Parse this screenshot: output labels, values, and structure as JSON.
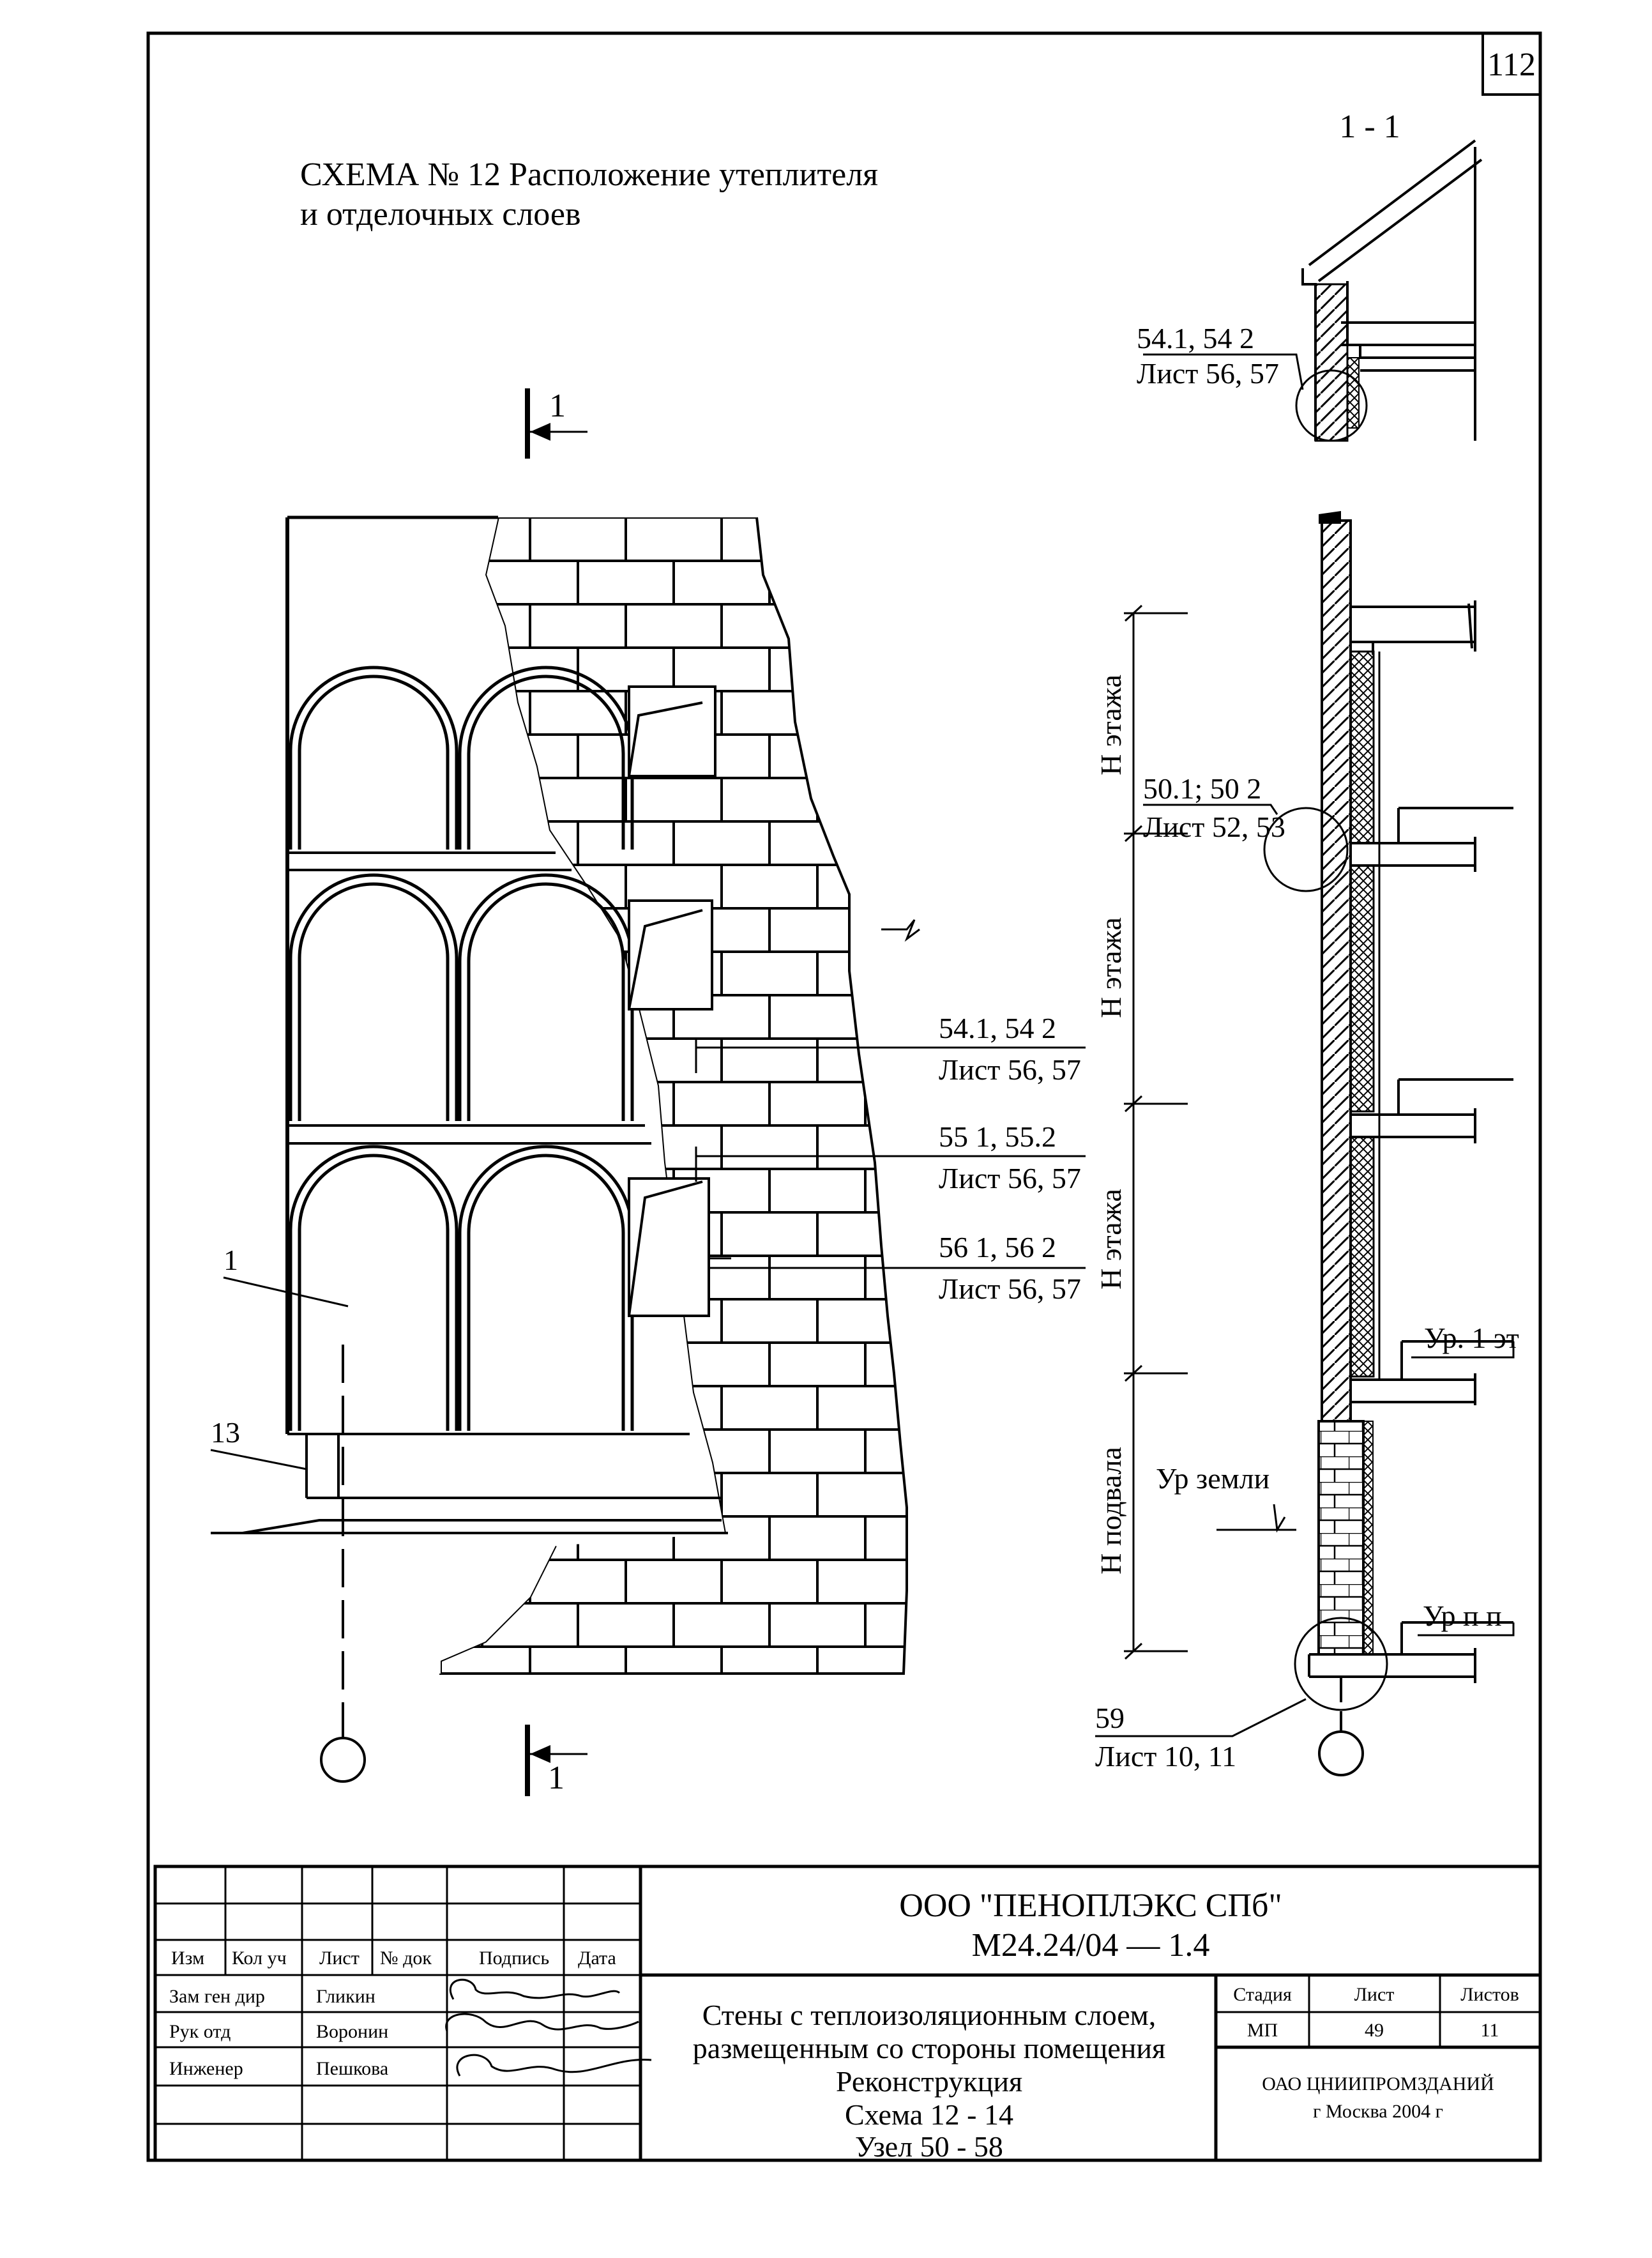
{
  "page_number": "112",
  "title": {
    "line1": "СХЕМА № 12  Расположение утеплителя",
    "line2": "и отделочных слоев"
  },
  "section": {
    "label": "1 - 1",
    "mark_top": "1",
    "mark_bottom": "1"
  },
  "callouts": {
    "section_node_a": "54.1, 54 2",
    "section_node_b": "Лист 56, 57",
    "wall_node_a": "50.1; 50 2",
    "wall_node_b": "Лист 52, 53",
    "facade_1a": "54.1, 54 2",
    "facade_1b": "Лист 56, 57",
    "facade_2a": "55 1, 55.2",
    "facade_2b": "Лист 56, 57",
    "facade_3a": "56 1, 56 2",
    "facade_3b": "Лист 56, 57",
    "base_node_a": "59",
    "base_node_b": "Лист 10, 11",
    "pos_1": "1",
    "pos_13": "13"
  },
  "dimensions": {
    "floor_1": "Н этажа",
    "floor_2": "Н этажа",
    "floor_3": "Н этажа",
    "basement": "Н подвала"
  },
  "levels": {
    "first_floor": "Ур. 1 эт",
    "ground": "Ур  земли",
    "basement_floor": "Ур  п п"
  },
  "stamp": {
    "company": "ООО \"ПЕНОПЛЭКС СПб\"",
    "code": "М24.24/04   —   1.4",
    "headers": [
      "Изм",
      "Кол уч",
      "Лист",
      "№ док",
      "Подпись",
      "Дата"
    ],
    "rows": [
      {
        "role": "Зам  ген  дир",
        "name": "Гликин"
      },
      {
        "role": "Рук  отд",
        "name": "Воронин"
      },
      {
        "role": "Инженер",
        "name": "Пешкова"
      }
    ],
    "description": [
      "Стены с теплоизоляционным слоем,",
      "размещенным со стороны помещения",
      "Реконструкция",
      "Схема 12 - 14",
      "Узел 50 - 58"
    ],
    "stage_label": "Стадия",
    "sheet_label": "Лист",
    "sheets_label": "Листов",
    "stage": "МП",
    "sheet": "49",
    "sheets": "11",
    "org": "ОАО ЦНИИПРОМЗДАНИЙ",
    "city": "г  Москва 2004 г"
  }
}
